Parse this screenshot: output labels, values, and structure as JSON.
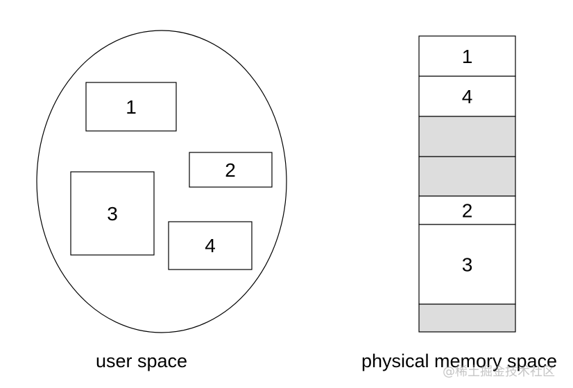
{
  "colors": {
    "stroke": "#000000",
    "free_fill": "#dddddd",
    "used_fill": "#ffffff"
  },
  "user_space": {
    "caption": "user space",
    "blocks": [
      {
        "id": "1",
        "label": "1"
      },
      {
        "id": "2",
        "label": "2"
      },
      {
        "id": "3",
        "label": "3"
      },
      {
        "id": "4",
        "label": "4"
      }
    ]
  },
  "physical_memory": {
    "caption": "physical memory space",
    "segments": [
      {
        "label": "1",
        "free": false
      },
      {
        "label": "4",
        "free": false
      },
      {
        "label": "",
        "free": true
      },
      {
        "label": "",
        "free": true
      },
      {
        "label": "2",
        "free": false
      },
      {
        "label": "3",
        "free": false
      },
      {
        "label": "",
        "free": true
      }
    ]
  },
  "watermark": "@稀土掘金技术社区"
}
